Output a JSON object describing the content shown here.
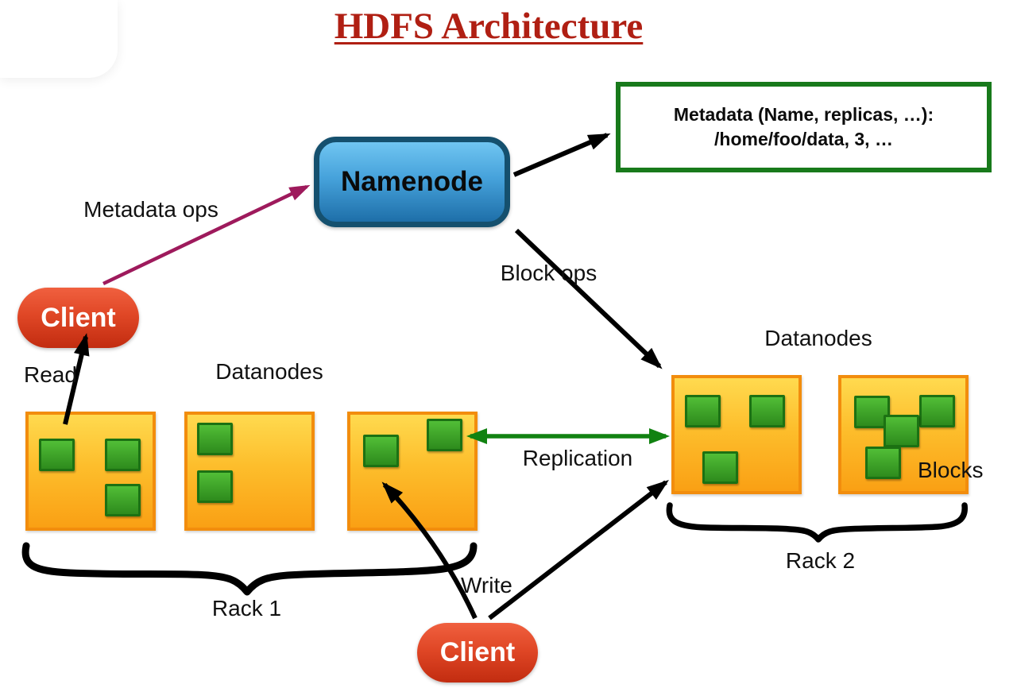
{
  "title": "HDFS Architecture",
  "namenode": {
    "label": "Namenode"
  },
  "clients": {
    "top": "Client",
    "bottom": "Client"
  },
  "metadata_box": {
    "line1": "Metadata (Name, replicas, …):",
    "line2": "/home/foo/data, 3, …"
  },
  "labels": {
    "metadata_ops": "Metadata ops",
    "block_ops": "Block ops",
    "read": "Read",
    "write": "Write",
    "replication": "Replication",
    "datanodes_rack1": "Datanodes",
    "datanodes_rack2": "Datanodes",
    "blocks": "Blocks",
    "rack1": "Rack 1",
    "rack2": "Rack 2"
  },
  "racks": {
    "rack1": {
      "label": "Rack 1",
      "datanode_block_counts": [
        3,
        2,
        2
      ]
    },
    "rack2": {
      "label": "Rack 2",
      "datanode_block_counts": [
        3,
        4
      ]
    }
  },
  "colors": {
    "title_red": "#B01F13",
    "namenode_fill_top": "#70C5F1",
    "namenode_fill_bottom": "#1E6FA9",
    "namenode_border": "#15506E",
    "client_fill_top": "#F0603F",
    "client_fill_bottom": "#C22C10",
    "datanode_fill_top": "#FFDA4F",
    "datanode_fill_bottom": "#FAA014",
    "datanode_border": "#F28D0D",
    "block_fill_top": "#52BE37",
    "block_fill_bottom": "#2E8B1D",
    "block_border": "#1C7113",
    "metadata_border_green": "#187A1B",
    "metadata_ops_arrow_purple": "#9E1A5C",
    "replication_arrow_green": "#118211",
    "black_arrow": "#000000"
  }
}
